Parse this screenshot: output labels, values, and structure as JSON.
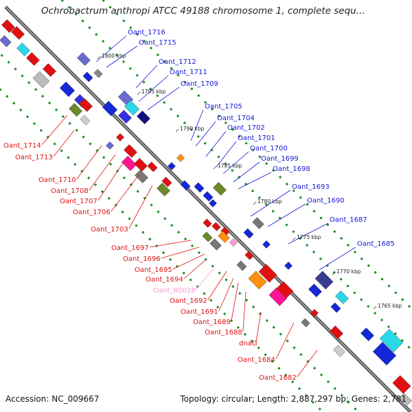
{
  "title": "Ochrobactrum anthropi ATCC 49188 chromosome 1, complete sequ...",
  "footer": {
    "accession": "Accession: NC_009667",
    "topology": "Topology: circular; Length: 2,887,297 bp; Genes: 2,781"
  },
  "colors": {
    "forward_label": "#1414d8",
    "reverse_label": "#e01010",
    "rna_label": "#ff99cc",
    "backbone": "#777777",
    "tick": "#1a8a1a"
  },
  "scale_labels": [
    "1800 kbp",
    "1795 kbp",
    "1790 kbp",
    "1785 kbp",
    "1780 kbp",
    "1775 kbp",
    "1770 kbp",
    "1765 kbp"
  ],
  "forward_genes": [
    "Oant_1716",
    "Oant_1715",
    "Oant_1712",
    "Oant_1711",
    "Oant_1709",
    "Oant_1705",
    "Oant_1704",
    "Oant_1702",
    "Oant_1701",
    "Oant_1700",
    "Oant_1699",
    "Oant_1698",
    "Oant_1693",
    "Oant_1690",
    "Oant_1687",
    "Oant_1685"
  ],
  "reverse_genes": [
    "Oant_1714",
    "Oant_1713",
    "Oant_1710",
    "Oant_1708",
    "Oant_1707",
    "Oant_1706",
    "Oant_1703",
    "Oant_1697",
    "Oant_1696",
    "Oant_1695",
    "Oant_1694",
    "Oant_R0028",
    "Oant_1692",
    "Oant_1691",
    "Oant_1689",
    "Oant_1688",
    "dnaG",
    "Oant_1684",
    "Oant_1682"
  ]
}
